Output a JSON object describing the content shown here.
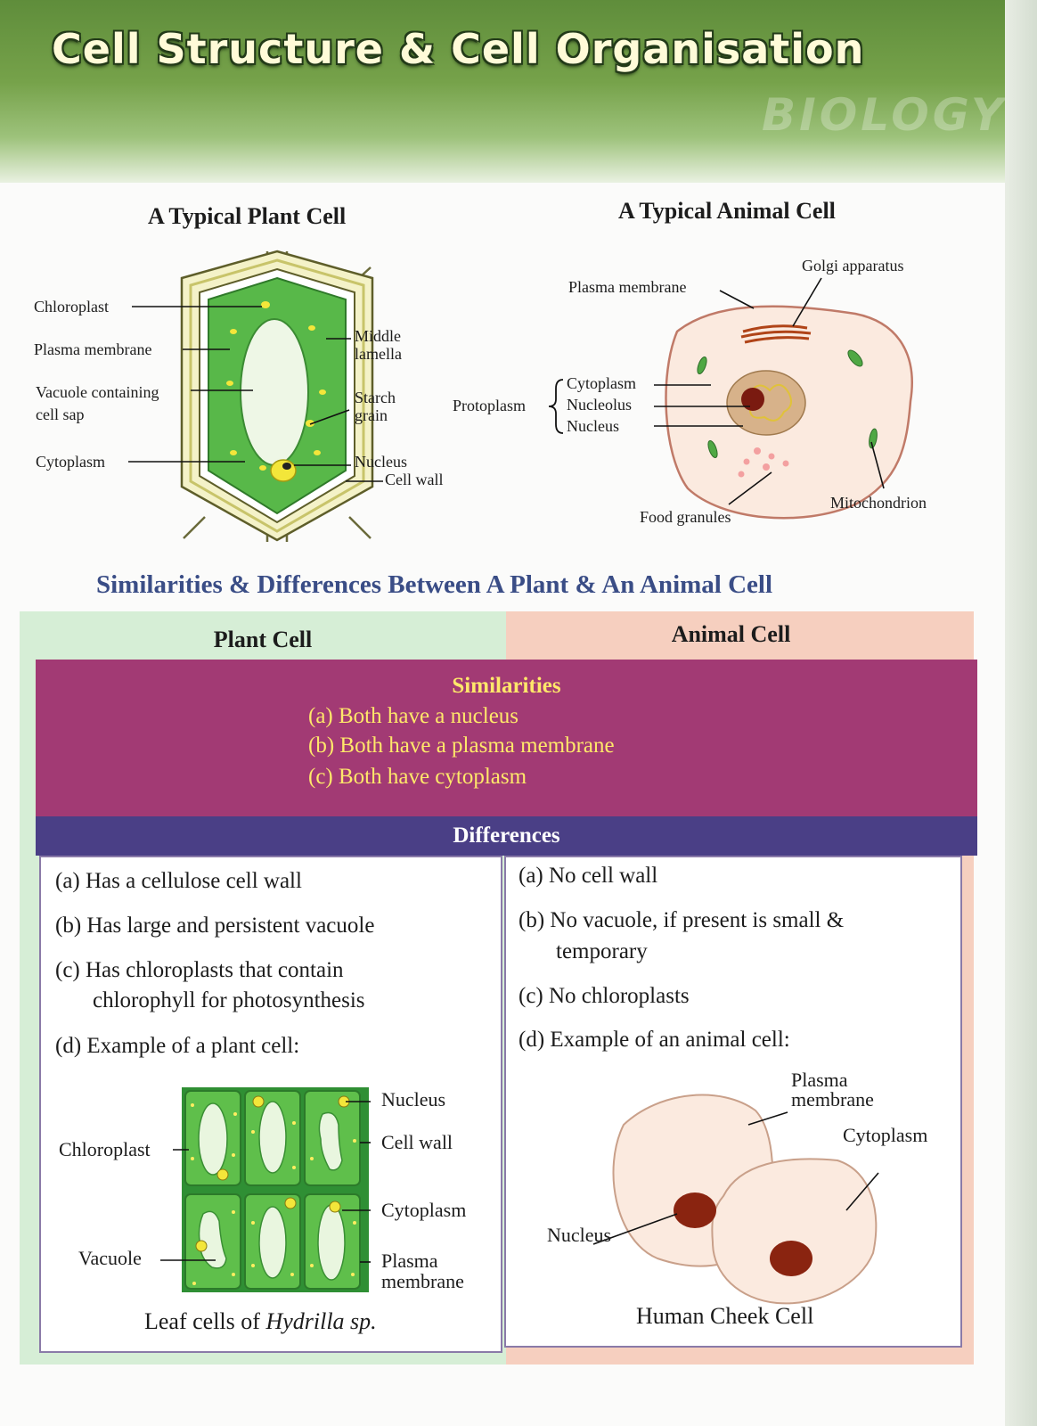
{
  "header": {
    "title": "Cell Structure & Cell Organisation",
    "subtitle": "BIOLOGY"
  },
  "plant_cell": {
    "title": "A Typical Plant Cell",
    "labels": {
      "chloroplast": "Chloroplast",
      "plasma_membrane": "Plasma membrane",
      "vacuole_1": "Vacuole containing",
      "vacuole_2": "cell sap",
      "cytoplasm": "Cytoplasm",
      "middle_1": "Middle",
      "middle_2": "lamella",
      "starch_1": "Starch",
      "starch_2": "grain",
      "nucleus": "Nucleus",
      "cell_wall": "Cell wall"
    }
  },
  "animal_cell": {
    "title": "A Typical Animal Cell",
    "labels": {
      "golgi": "Golgi apparatus",
      "plasma_membrane": "Plasma membrane",
      "protoplasm": "Protoplasm",
      "cytoplasm": "Cytoplasm",
      "nucleolus": "Nucleolus",
      "nucleus": "Nucleus",
      "mitochondrion": "Mitochondrion",
      "food_granules": "Food granules"
    }
  },
  "comparison": {
    "title": "Similarities & Differences Between A Plant & An Animal Cell",
    "plant_header": "Plant Cell",
    "animal_header": "Animal Cell",
    "similarities_title": "Similarities",
    "similarities": [
      "(a)  Both have a nucleus",
      "(b)  Both have a plasma membrane",
      "(c)  Both have cytoplasm"
    ],
    "differences_title": "Differences",
    "plant_diff": {
      "a": "(a) Has a cellulose cell wall",
      "b": "(b) Has large and persistent vacuole",
      "c1": "(c) Has chloroplasts that contain",
      "c2": "chlorophyll for photosynthesis",
      "d": "(d) Example of a plant cell:"
    },
    "animal_diff": {
      "a": "(a) No cell wall",
      "b1": "(b) No vacuole, if present is small &",
      "b2": "temporary",
      "c": "(c) No chloroplasts",
      "d": "(d) Example of an animal cell:"
    },
    "leaf_example": {
      "labels": {
        "nucleus": "Nucleus",
        "cell_wall": "Cell wall",
        "chloroplast": "Chloroplast",
        "cytoplasm": "Cytoplasm",
        "vacuole": "Vacuole",
        "pm_1": "Plasma",
        "pm_2": "membrane"
      },
      "caption_prefix": "Leaf cells of ",
      "caption_species": "Hydrilla sp."
    },
    "cheek_example": {
      "labels": {
        "pm_1": "Plasma",
        "pm_2": "membrane",
        "cytoplasm": "Cytoplasm",
        "nucleus": "Nucleus"
      },
      "caption": "Human Cheek Cell"
    }
  }
}
